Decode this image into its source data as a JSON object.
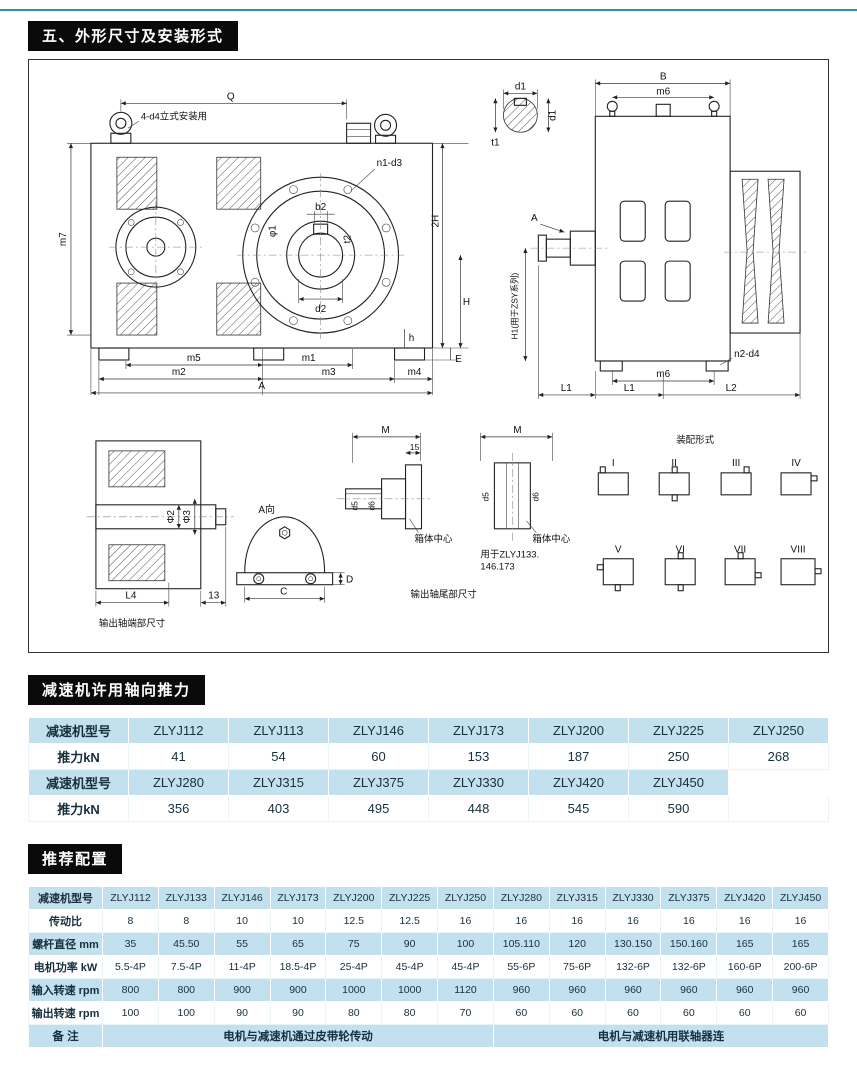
{
  "page": {
    "accent_color": "#2d8ec3",
    "section1_title": "五、外形尺寸及安装形式",
    "section2_title": "减速机许用轴向推力",
    "section3_title": "推荐配置"
  },
  "drawing": {
    "labels": {
      "q": "Q",
      "vertical_mount_note": "4-d4立式安装用",
      "n1_d3": "n1-d3",
      "b2": "b2",
      "phi1": "φ1",
      "t2": "t2",
      "d2": "d2",
      "m7": "m7",
      "two_h": "2H",
      "h_cap": "H",
      "h_small": "h",
      "e": "E",
      "m5": "m5",
      "m1": "m1",
      "m2": "m2",
      "m3": "m3",
      "m4": "m4",
      "a_dim": "A",
      "b_dim": "B",
      "m6": "m6",
      "d1": "d1",
      "t1": "t1",
      "a_arrow": "A",
      "h1_note": "H1(用于ZSY系列)",
      "n2_d4": "n2-d4",
      "l1": "L1",
      "l2": "L2",
      "phi2": "Φ2",
      "phi3": "Φ3",
      "l4": "L4",
      "thirteen": "13",
      "shaft_end_caption": "输出轴端部尺寸",
      "a_view": "A向",
      "c_dim": "C",
      "d_dim": "D",
      "m_dim": "M",
      "fifteen": "15",
      "d5": "d5",
      "d6": "d6",
      "box_center": "箱体中心",
      "used_for_line1": "用于ZLYJ133.",
      "used_for_line2": "146.173",
      "shaft_tail_caption": "输出轴尾部尺寸",
      "assembly_title": "装配形式",
      "roman": [
        "I",
        "II",
        "III",
        "IV",
        "V",
        "VI",
        "VII",
        "VIII"
      ]
    }
  },
  "thrust_table": {
    "rows": [
      {
        "shaded": true,
        "cells": [
          "减速机型号",
          "ZLYJ112",
          "ZLYJ113",
          "ZLYJ146",
          "ZLYJ173",
          "ZLYJ200",
          "ZLYJ225",
          "ZLYJ250"
        ]
      },
      {
        "shaded": false,
        "cells": [
          "推力kN",
          "41",
          "54",
          "60",
          "153",
          "187",
          "250",
          "268"
        ]
      },
      {
        "shaded": true,
        "cells": [
          "减速机型号",
          "ZLYJ280",
          "ZLYJ315",
          "ZLYJ375",
          "ZLYJ330",
          "ZLYJ420",
          "ZLYJ450",
          ""
        ]
      },
      {
        "shaded": false,
        "cells": [
          "推力kN",
          "356",
          "403",
          "495",
          "448",
          "545",
          "590",
          ""
        ]
      }
    ]
  },
  "config_table": {
    "rows": [
      {
        "shaded": true,
        "cells": [
          "减速机型号",
          "ZLYJ112",
          "ZLYJ133",
          "ZLYJ146",
          "ZLYJ173",
          "ZLYJ200",
          "ZLYJ225",
          "ZLYJ250",
          "ZLYJ280",
          "ZLYJ315",
          "ZLYJ330",
          "ZLYJ375",
          "ZLYJ420",
          "ZLYJ450"
        ]
      },
      {
        "shaded": false,
        "cells": [
          "传动比",
          "8",
          "8",
          "10",
          "10",
          "12.5",
          "12.5",
          "16",
          "16",
          "16",
          "16",
          "16",
          "16",
          "16"
        ]
      },
      {
        "shaded": true,
        "cells": [
          "螺杆直径 mm",
          "35",
          "45.50",
          "55",
          "65",
          "75",
          "90",
          "100",
          "105.110",
          "120",
          "130.150",
          "150.160",
          "165",
          "165"
        ]
      },
      {
        "shaded": false,
        "cells": [
          "电机功率 kW",
          "5.5-4P",
          "7.5-4P",
          "11-4P",
          "18.5-4P",
          "25-4P",
          "45-4P",
          "45-4P",
          "55-6P",
          "75-6P",
          "132-6P",
          "132-6P",
          "160-6P",
          "200-6P"
        ]
      },
      {
        "shaded": true,
        "cells": [
          "输入转速 rpm",
          "800",
          "800",
          "900",
          "900",
          "1000",
          "1000",
          "1120",
          "960",
          "960",
          "960",
          "960",
          "960",
          "960"
        ]
      },
      {
        "shaded": false,
        "cells": [
          "输出转速 rpm",
          "100",
          "100",
          "90",
          "90",
          "80",
          "80",
          "70",
          "60",
          "60",
          "60",
          "60",
          "60",
          "60"
        ]
      },
      {
        "shaded": true,
        "cells": [
          "备 注",
          "电机与减速机通过皮带轮传动",
          "电机与减速机用联轴器连"
        ],
        "spans": [
          1,
          7,
          6
        ]
      }
    ]
  }
}
